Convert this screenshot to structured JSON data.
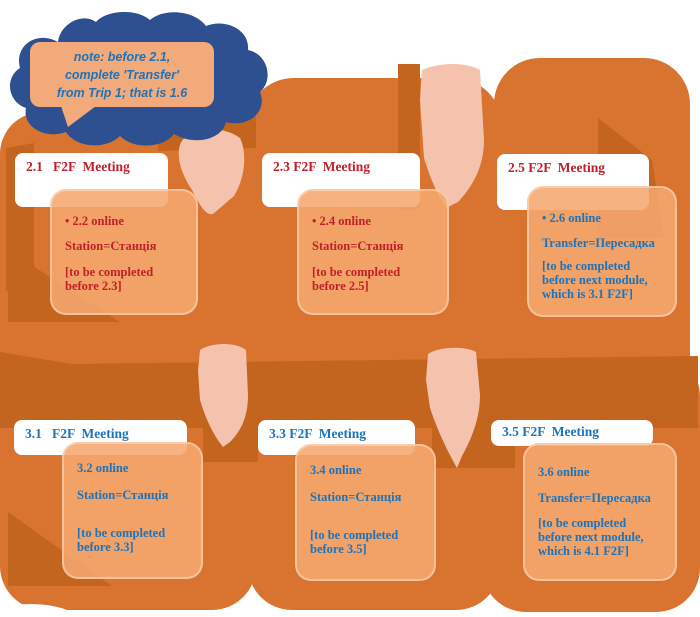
{
  "colors": {
    "background": "#ffffff",
    "orange_main": "#d8742f",
    "orange_dark": "#c4651f",
    "salmon_box": "#f5a770",
    "pink_arrow": "#f5c2ad",
    "blue_cloud": "#2f5090",
    "note_fill": "#f2aa7a",
    "red_text": "#c0202a",
    "blue_text": "#1b74bc",
    "white_box": "#ffffff"
  },
  "note": {
    "line1": "note: before 2.1,",
    "line2": "complete 'Transfer'",
    "line3": "from Trip 1; that is 1.6"
  },
  "modules": [
    {
      "header": "2.1   F2F  Meeting",
      "online": "• 2.2 online",
      "vocab": "Station=Станція",
      "completed1": "[to be completed",
      "completed2": "before 2.3]"
    },
    {
      "header": "2.3 F2F  Meeting",
      "online": "• 2.4 online",
      "vocab": "Station=Станція",
      "completed1": "[to be completed",
      "completed2": "before 2.5]"
    },
    {
      "header": "2.5 F2F  Meeting",
      "online": "• 2.6 online",
      "vocab": "Transfer=Пересадка",
      "completed1": "[to be completed",
      "completed2": "before next module,",
      "completed3": "which is 3.1 F2F]"
    },
    {
      "header": "3.1   F2F  Meeting",
      "online": "3.2 online",
      "vocab": "Station=Станція",
      "completed1": "[to be completed",
      "completed2": "before 3.3]"
    },
    {
      "header": "3.3 F2F  Meeting",
      "online": "3.4 online",
      "vocab": "Station=Станція",
      "completed1": "[to be completed",
      "completed2": "before 3.5]"
    },
    {
      "header": "3.5 F2F  Meeting",
      "online": "3.6 online",
      "vocab": "Transfer=Пересадка",
      "completed1": "[to be completed",
      "completed2": "before next module,",
      "completed3": "which is 4.1 F2F]"
    }
  ]
}
